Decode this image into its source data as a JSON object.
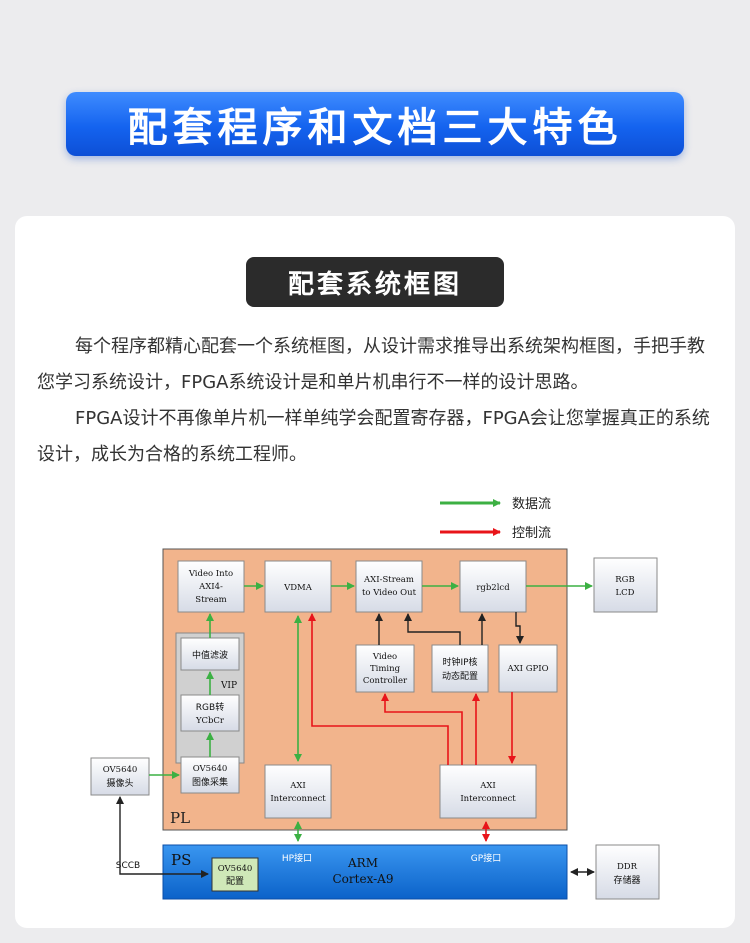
{
  "banner": {
    "title": "配套程序和文档三大特色"
  },
  "section": {
    "title": "配套系统框图"
  },
  "paragraphs": [
    "每个程序都精心配套一个系统框图，从设计需求推导出系统架构框图，手把手教您学习系统设计，FPGA系统设计是和单片机串行不一样的设计思路。",
    "FPGA设计不再像单片机一样单纯学会配置寄存器，FPGA会让您掌握真正的系统设计，成长为合格的系统工程师。"
  ],
  "legend": {
    "data_flow": "数据流",
    "control_flow": "控制流"
  },
  "colors": {
    "data_flow": "#3cb043",
    "control_flow": "#e8141a",
    "pl_region": "#f2b48c",
    "ps_region": "#1478e0",
    "banner": "#1a6af5"
  },
  "diagram": {
    "pl_label": "PL",
    "ps_label": "PS",
    "vip_label": "VIP",
    "video_in": [
      "Video Into",
      "AXI4-",
      "Stream"
    ],
    "vdma": "VDMA",
    "axi_stream_out": [
      "AXI-Stream",
      "to Video Out"
    ],
    "rgb2lcd": "rgb2lcd",
    "rgb_lcd": [
      "RGB",
      "LCD"
    ],
    "median_filter": "中值滤波",
    "rgb2ycbcr": [
      "RGB转",
      "YCbCr"
    ],
    "ov5640_capture": [
      "OV5640",
      "图像采集"
    ],
    "ov5640_camera": [
      "OV5640",
      "摄像头"
    ],
    "vtc": [
      "Video",
      "Timing",
      "Controller"
    ],
    "clk_ip": [
      "时钟IP核",
      "动态配置"
    ],
    "axi_gpio": "AXI GPIO",
    "axi_interconnect_hp": [
      "AXI",
      "Interconnect"
    ],
    "axi_interconnect_gp": [
      "AXI",
      "Interconnect"
    ],
    "hp_port": "HP接口",
    "gp_port": "GP接口",
    "arm": [
      "ARM",
      "Cortex-A9"
    ],
    "ov5640_config": [
      "OV5640",
      "配置"
    ],
    "ddr": [
      "DDR",
      "存储器"
    ],
    "sccb": "SCCB"
  }
}
